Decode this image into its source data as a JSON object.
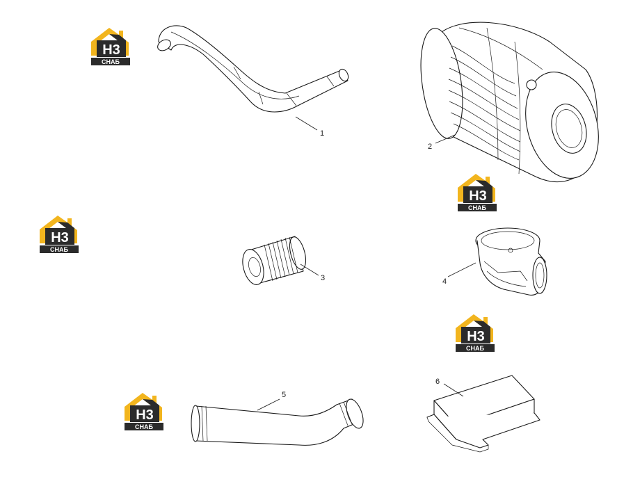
{
  "logo": {
    "letters": "H3",
    "subtext": "СНАБ",
    "colors": {
      "roof": "#f2b51e",
      "body": "#2b2b2b",
      "text": "#ffffff"
    }
  },
  "callouts": [
    "1",
    "2",
    "3",
    "4",
    "5",
    "6"
  ],
  "parts": [
    {
      "id": "1",
      "name": "intake-pipe-icon"
    },
    {
      "id": "2",
      "name": "air-filter-housing-icon"
    },
    {
      "id": "3",
      "name": "bellows-connector-icon"
    },
    {
      "id": "4",
      "name": "elbow-housing-icon"
    },
    {
      "id": "5",
      "name": "elbow-hose-icon"
    },
    {
      "id": "6",
      "name": "control-box-icon"
    }
  ]
}
